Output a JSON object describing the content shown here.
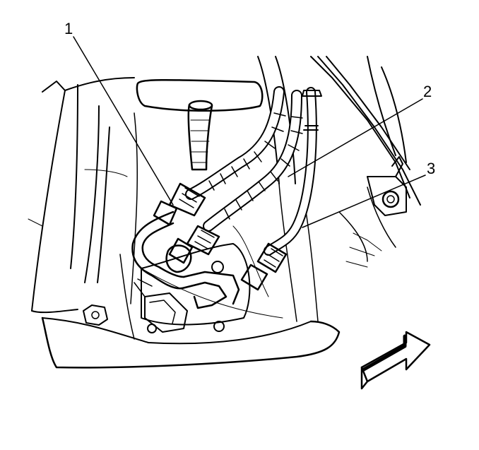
{
  "diagram": {
    "callouts": [
      {
        "id": "1",
        "label": "1"
      },
      {
        "id": "2",
        "label": "2"
      },
      {
        "id": "3",
        "label": "3"
      }
    ],
    "stroke_color": "#000000",
    "background_color": "#ffffff"
  }
}
